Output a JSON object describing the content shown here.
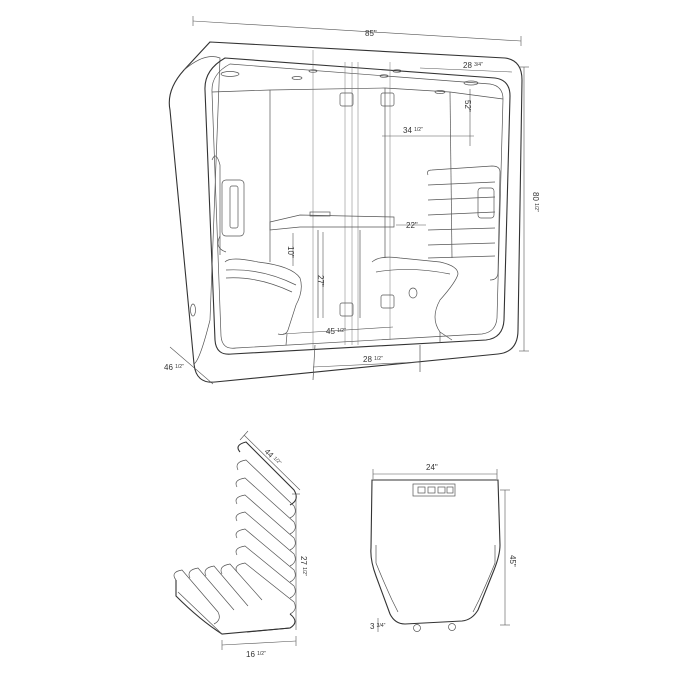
{
  "dimensions": {
    "overall_width": "85\"",
    "door_width": "28 ",
    "door_width_frac": "3/4\"",
    "height": "80 ",
    "height_frac": "1/2\"",
    "depth": "46 ",
    "depth_frac": "1/2\"",
    "interior_height": "52\"",
    "table_to_wall": "34 ",
    "table_to_wall_frac": "1/2\"",
    "table_depth": "22\"",
    "table_top": "10\"",
    "table_height": "27\"",
    "floor_depth": "45 ",
    "floor_depth_frac": "1/2\"",
    "floor_width": "28 ",
    "floor_width_frac": "1/2\"",
    "bench_back": "44 ",
    "bench_back_frac": "1/2\"",
    "bench_height": "27 ",
    "bench_height_frac": "1/2\"",
    "bench_seat": "16 ",
    "bench_seat_frac": "1/2\"",
    "table_width": "24\"",
    "table_length": "45\"",
    "table_thickness": "3 ",
    "table_thickness_frac": "3/4\""
  },
  "colors": {
    "line": "#333333",
    "background": "#ffffff"
  }
}
